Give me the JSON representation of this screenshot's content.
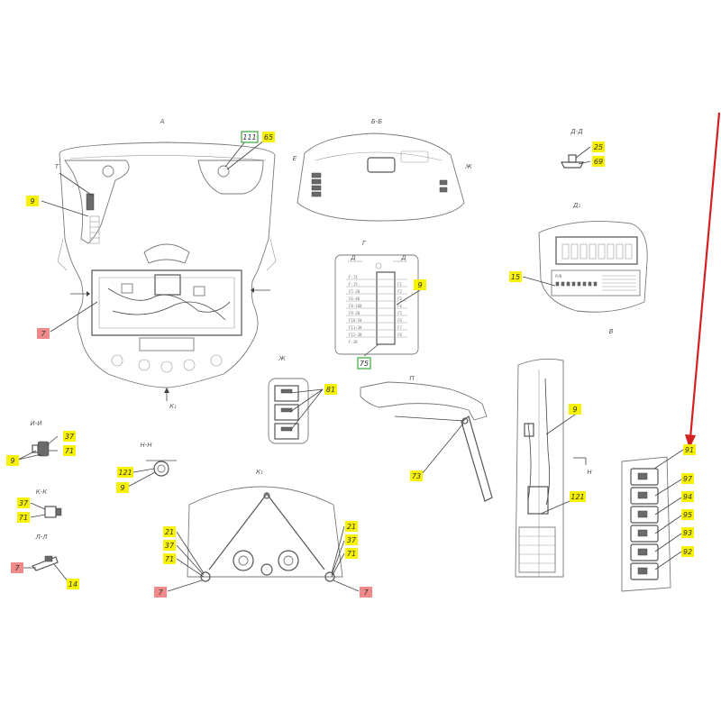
{
  "view_labels": {
    "a": "А",
    "bb": "Б-Б",
    "dd": "Д-Д",
    "d1": "Д₁",
    "g": "Г",
    "zh": "Ж",
    "p": "П",
    "v": "В",
    "ii": "И-И",
    "nn": "Н-Н",
    "kk": "К-К",
    "ll": "Л-Л",
    "k1": "К₁",
    "k1_bottom": "К₁",
    "n_arrow": "Н"
  },
  "callouts": [
    {
      "id": "c111",
      "text": "111",
      "style": "green"
    },
    {
      "id": "c65",
      "text": "65",
      "style": "yellow"
    },
    {
      "id": "c9a",
      "text": "9",
      "style": "yellow"
    },
    {
      "id": "c7a",
      "text": "7",
      "style": "red"
    },
    {
      "id": "c25",
      "text": "25",
      "style": "yellow"
    },
    {
      "id": "c69",
      "text": "69",
      "style": "yellow"
    },
    {
      "id": "c15",
      "text": "15",
      "style": "yellow"
    },
    {
      "id": "c9b",
      "text": "9",
      "style": "yellow"
    },
    {
      "id": "c75",
      "text": "75",
      "style": "green"
    },
    {
      "id": "c81",
      "text": "81",
      "style": "yellow"
    },
    {
      "id": "c73",
      "text": "73",
      "style": "yellow"
    },
    {
      "id": "c9c",
      "text": "9",
      "style": "yellow"
    },
    {
      "id": "c121a",
      "text": "121",
      "style": "yellow"
    },
    {
      "id": "c37a",
      "text": "37",
      "style": "yellow"
    },
    {
      "id": "c71a",
      "text": "71",
      "style": "yellow"
    },
    {
      "id": "c9d",
      "text": "9",
      "style": "yellow"
    },
    {
      "id": "c121b",
      "text": "121",
      "style": "yellow"
    },
    {
      "id": "c9e",
      "text": "9",
      "style": "yellow"
    },
    {
      "id": "c37b",
      "text": "37",
      "style": "yellow"
    },
    {
      "id": "c71b",
      "text": "71",
      "style": "yellow"
    },
    {
      "id": "c7b",
      "text": "7",
      "style": "red"
    },
    {
      "id": "c14",
      "text": "14",
      "style": "yellow"
    },
    {
      "id": "c21a",
      "text": "21",
      "style": "yellow"
    },
    {
      "id": "c37c",
      "text": "37",
      "style": "yellow"
    },
    {
      "id": "c71c",
      "text": "71",
      "style": "yellow"
    },
    {
      "id": "c7c",
      "text": "7",
      "style": "red"
    },
    {
      "id": "c21b",
      "text": "21",
      "style": "yellow"
    },
    {
      "id": "c37d",
      "text": "37",
      "style": "yellow"
    },
    {
      "id": "c71d",
      "text": "71",
      "style": "yellow"
    },
    {
      "id": "c7d",
      "text": "7",
      "style": "red"
    },
    {
      "id": "c91",
      "text": "91",
      "style": "yellow"
    },
    {
      "id": "c97",
      "text": "97",
      "style": "yellow"
    },
    {
      "id": "c94",
      "text": "94",
      "style": "yellow"
    },
    {
      "id": "c95",
      "text": "95",
      "style": "yellow"
    },
    {
      "id": "c93",
      "text": "93",
      "style": "yellow"
    },
    {
      "id": "c92",
      "text": "92",
      "style": "yellow"
    }
  ],
  "fuse_labels": [
    "F-74",
    "F-15",
    "F5-3В",
    "F6-4В",
    "F8-16В",
    "F9-3В",
    "F10-50",
    "F11-30",
    "F12-3В",
    "F-3В"
  ],
  "fuse_right": [
    "F1",
    "F2",
    "F3",
    "F4",
    "F5",
    "F6",
    "F7",
    "F8"
  ],
  "d1_caption": "PUN",
  "colors": {
    "callout_yellow": "#f7f200",
    "callout_red": "#f08a8a",
    "callout_green": "#3aa83a",
    "pointer_arrow": "#d42020"
  }
}
